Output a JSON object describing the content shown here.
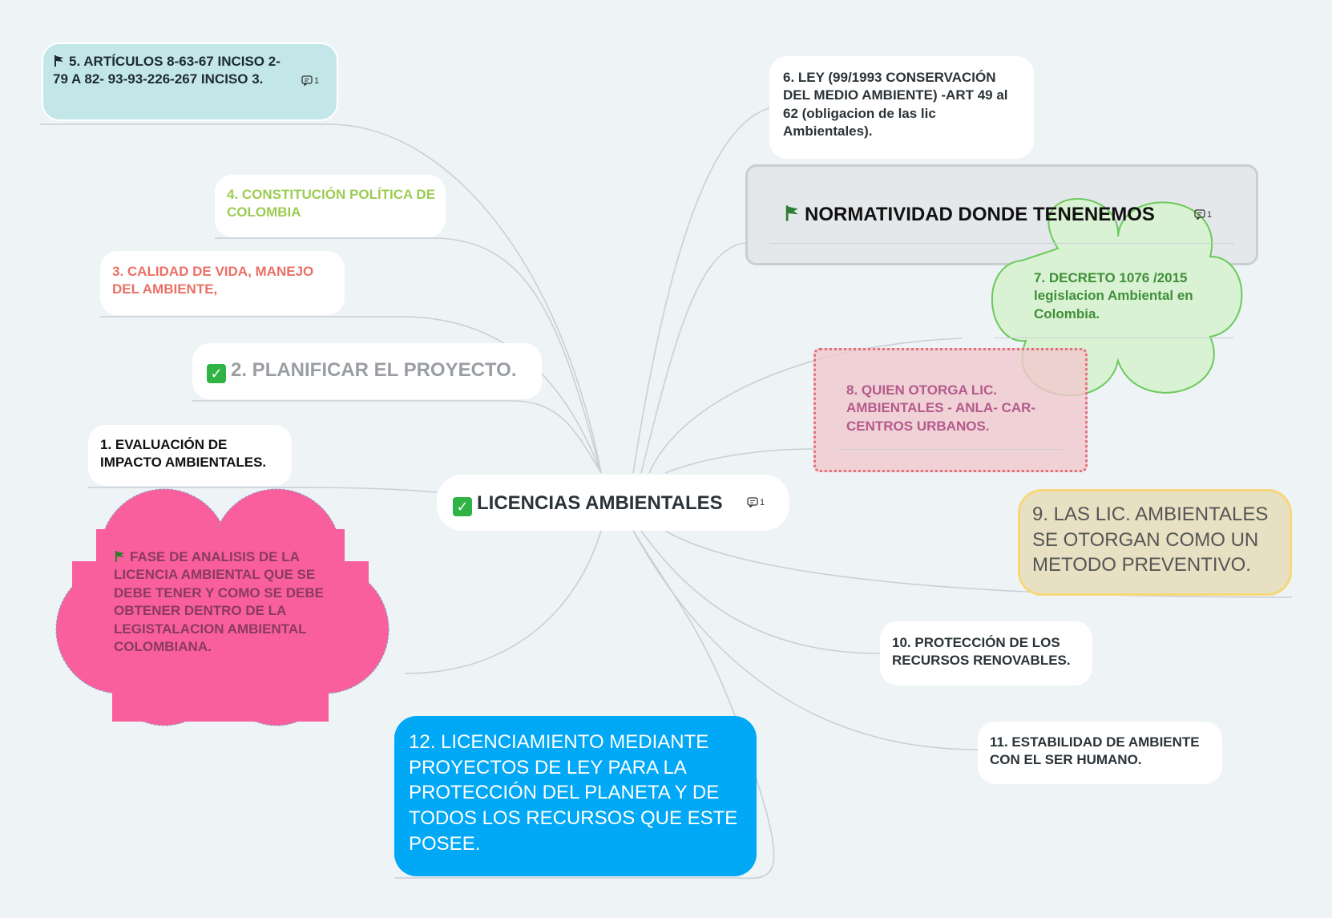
{
  "diagram": {
    "center": {
      "label": "LICENCIAS AMBIENTALES",
      "comment_count": "1",
      "icon": "check-icon"
    },
    "nodes": [
      {
        "id": "n5",
        "label": "5. ARTÍCULOS 8-63-67 INCISO 2-79 A 82- 93-93-226-267 INCISO 3.",
        "comment_count": "1",
        "icon": "flag-icon",
        "color": "#1e2a33",
        "fill": "#c3e7e8"
      },
      {
        "id": "n4",
        "label": "4. CONSTITUCIÓN POLÍTICA DE COLOMBIA",
        "color": "#9ccc52"
      },
      {
        "id": "n3",
        "label": "3. CALIDAD DE VIDA, MANEJO DEL AMBIENTE,",
        "color": "#ea7066"
      },
      {
        "id": "n2",
        "label": "2. PLANIFICAR EL PROYECTO.",
        "icon": "check-icon",
        "color": "#9a9ea3"
      },
      {
        "id": "n1",
        "label": "1. EVALUACIÓN DE IMPACTO AMBIENTALES.",
        "color": "#111111"
      },
      {
        "id": "nfase",
        "label": "FASE DE ANALISIS DE LA LICENCIA AMBIENTAL QUE SE DEBE TENER Y COMO SE DEBE OBTENER DENTRO DE LA LEGISTALACION AMBIENTAL COLOMBIANA.",
        "icon": "flag-icon",
        "color": "#8a3a60",
        "fill": "#f95f9c"
      },
      {
        "id": "n12",
        "label": "12. LICENCIAMIENTO MEDIANTE PROYECTOS DE LEY PARA LA PROTECCIÓN DEL PLANETA Y DE TODOS LOS RECURSOS QUE ESTE POSEE.",
        "color": "#ffffff",
        "fill": "#00a8f5"
      },
      {
        "id": "n6",
        "label": "6. LEY (99/1993 CONSERVACIÓN DEL MEDIO AMBIENTE) -ART 49 al 62 (obligacion de las lic Ambientales).",
        "color": "#2b3338"
      },
      {
        "id": "nnorm",
        "label": "NORMATIVIDAD DONDE TENENEMOS",
        "comment_count": "1",
        "icon": "flag-icon",
        "color": "#111111",
        "fill": "#e5e8ea"
      },
      {
        "id": "n7",
        "label": "7. DECRETO 1076 /2015 legislacion Ambiental en Colombia.",
        "color": "#3f8f3a",
        "fill": "#d9f2d3"
      },
      {
        "id": "n8",
        "label": "8. QUIEN OTORGA LIC. AMBIENTALES - ANLA- CAR- CENTROS URBANOS.",
        "color": "#b45a8c",
        "fill": "#f0d3d6"
      },
      {
        "id": "n9",
        "label": "9. LAS LIC. AMBIENTALES SE OTORGAN COMO UN METODO PREVENTIVO.",
        "color": "#555555",
        "fill": "#e8e0c2"
      },
      {
        "id": "n10",
        "label": "10. PROTECCIÓN DE LOS RECURSOS RENOVABLES.",
        "color": "#2b3338"
      },
      {
        "id": "n11",
        "label": "11. ESTABILIDAD DE AMBIENTE CON EL SER HUMANO.",
        "color": "#2b3338"
      }
    ],
    "colors": {
      "background": "#eef3f6",
      "link": "#c9d0d5",
      "check": "#2fb344",
      "flag_green": "#2e7d32"
    }
  }
}
